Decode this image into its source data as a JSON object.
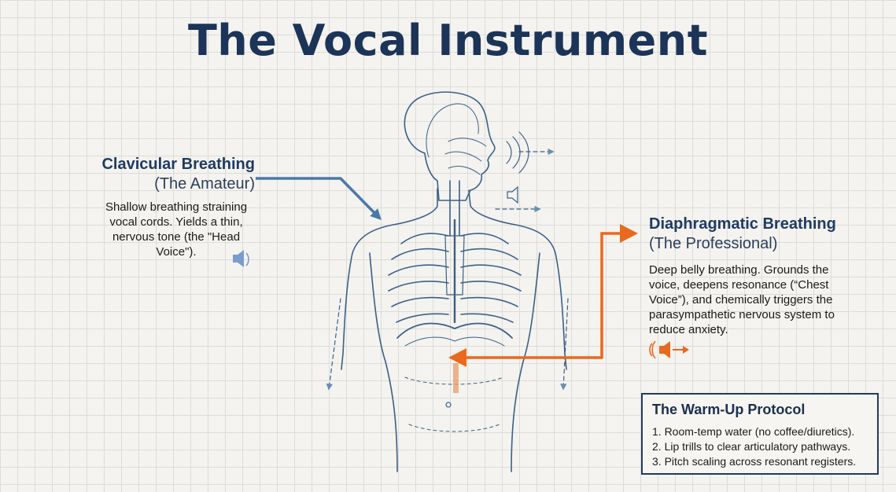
{
  "title": "The Vocal Instrument",
  "clavicular": {
    "heading": "Clavicular Breathing",
    "subheading": "(The Amateur)",
    "body": "Shallow breathing straining vocal cords. Yields a thin, nervous tone (the \"Head Voice\").",
    "icon": "speaker-quiet-icon",
    "color": "#4a78a8"
  },
  "diaphragmatic": {
    "heading": "Diaphragmatic Breathing",
    "subheading": "(The Professional)",
    "body": "Deep belly breathing. Grounds the voice, deepens resonance (“Chest Voice”), and chemically triggers the parasympathetic nervous system to reduce anxiety.",
    "icon": "speaker-loud-icon",
    "color": "#e8691f"
  },
  "protocol": {
    "heading": "The Warm-Up Protocol",
    "items": [
      "1. Room-temp water (no coffee/diuretics).",
      "2. Lip trills to clear articulatory pathways.",
      "3. Pitch scaling across resonant registers."
    ]
  },
  "colors": {
    "anatomy": "#33567f",
    "title": "#1b3457"
  }
}
